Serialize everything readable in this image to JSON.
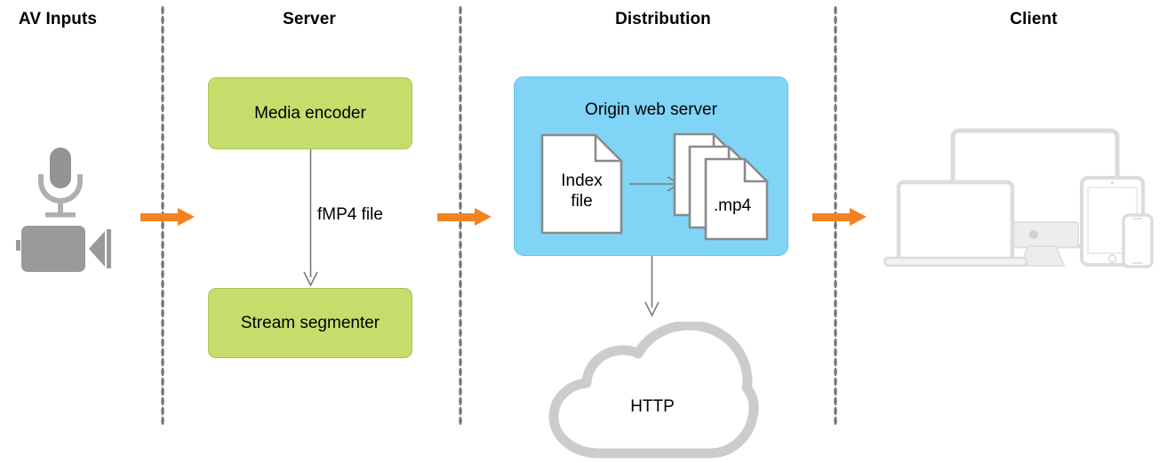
{
  "diagram": {
    "title": "HTTP Live Streaming architecture",
    "background": "#ffffff"
  },
  "colors": {
    "accent_orange": "#f5821f",
    "process_green": "#c5dd6b",
    "process_green_border": "#a8c456",
    "distribution_blue": "#80d4f6",
    "distribution_blue_border": "#6cc3e8",
    "icon_gray": "#999999",
    "line_gray": "#7a7a7a",
    "cloud_gray": "#cccccc",
    "divider_gray": "#767676",
    "text_black": "#000000"
  },
  "columns": [
    {
      "id": "av-inputs",
      "label": "AV Inputs"
    },
    {
      "id": "server",
      "label": "Server"
    },
    {
      "id": "distribution",
      "label": "Distribution"
    },
    {
      "id": "client",
      "label": "Client"
    }
  ],
  "av_inputs": {
    "icons": [
      {
        "name": "microphone-icon",
        "label": "Microphone"
      },
      {
        "name": "video-camera-icon",
        "label": "Video camera"
      }
    ]
  },
  "server": {
    "boxes": [
      {
        "id": "media-encoder",
        "label": "Media encoder"
      },
      {
        "id": "stream-segmenter",
        "label": "Stream segmenter"
      }
    ],
    "connector_label": "fMP4 file"
  },
  "distribution": {
    "box_title": "Origin web server",
    "files": [
      {
        "id": "index-file",
        "label_line1": "Index",
        "label_line2": "file",
        "stacked": false
      },
      {
        "id": "mp4-files",
        "label_line1": ".mp4",
        "label_line2": "",
        "stacked": true
      }
    ],
    "cloud_label": "HTTP"
  },
  "client": {
    "devices": [
      {
        "name": "desktop-monitor-icon",
        "label": "Desktop display"
      },
      {
        "name": "laptop-icon",
        "label": "Laptop"
      },
      {
        "name": "tablet-icon",
        "label": "Tablet"
      },
      {
        "name": "smartphone-icon",
        "label": "Smartphone"
      }
    ]
  },
  "flow_arrows": [
    {
      "id": "arrow-inputs-to-server",
      "direction": "right"
    },
    {
      "id": "arrow-server-to-distribution",
      "direction": "right"
    },
    {
      "id": "arrow-distribution-to-client",
      "direction": "right"
    }
  ]
}
